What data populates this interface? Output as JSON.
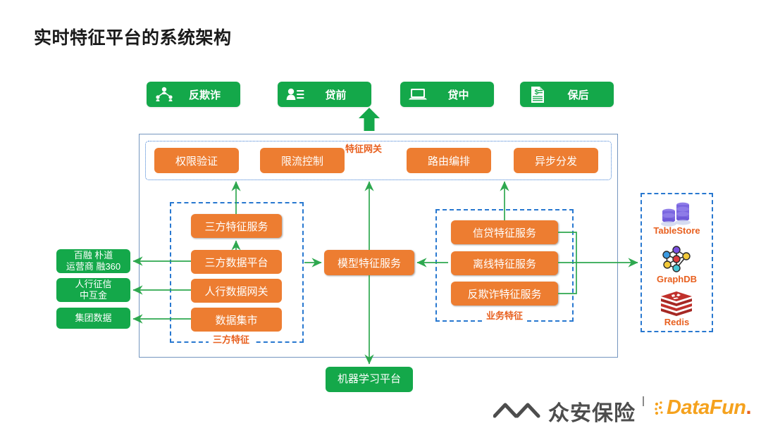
{
  "page": {
    "title": "实时特征平台的系统架构",
    "bg_color": "#ffffff"
  },
  "colors": {
    "green": "#14A84A",
    "orange": "#ED7D31",
    "label_orange": "#E8601F",
    "dashed_blue": "#2878D0",
    "container_blue": "#7596bf",
    "wire_green": "#2EA84F"
  },
  "scenarios": [
    {
      "label": "反欺诈",
      "icon": "fraud-network-icon"
    },
    {
      "label": "贷前",
      "icon": "person-list-icon"
    },
    {
      "label": "贷中",
      "icon": "laptop-icon"
    },
    {
      "label": "保后",
      "icon": "invoice-dollar-icon"
    }
  ],
  "gateway": {
    "label": "特征网关",
    "items": [
      {
        "label": "权限验证"
      },
      {
        "label": "限流控制"
      },
      {
        "label": "路由编排"
      },
      {
        "label": "异步分发"
      }
    ]
  },
  "external_sources": [
    {
      "line1": "百融 朴道",
      "line2": "运营商 融360"
    },
    {
      "line1": "人行征信",
      "line2": "中互金"
    },
    {
      "line1": "集团数据",
      "line2": ""
    }
  ],
  "third_party_group": {
    "label": "三方特征",
    "items": [
      {
        "label": "三方特征服务"
      },
      {
        "label": "三方数据平台"
      },
      {
        "label": "人行数据网关"
      },
      {
        "label": "数据集市"
      }
    ]
  },
  "model_service": {
    "label": "模型特征服务"
  },
  "business_group": {
    "label": "业务特征",
    "items": [
      {
        "label": "信贷特征服务"
      },
      {
        "label": "离线特征服务"
      },
      {
        "label": "反欺诈特征服务"
      }
    ]
  },
  "storage_group": {
    "items": [
      {
        "label": "TableStore",
        "icon": "database-cylinders-icon"
      },
      {
        "label": "GraphDB",
        "icon": "graph-nodes-icon"
      },
      {
        "label": "Redis",
        "icon": "redis-stack-icon"
      }
    ]
  },
  "ml_platform": {
    "label": "机器学习平台"
  },
  "branding": {
    "zhongan": "众安保险",
    "datafun": "DataFun",
    "datafun_dot": "."
  }
}
